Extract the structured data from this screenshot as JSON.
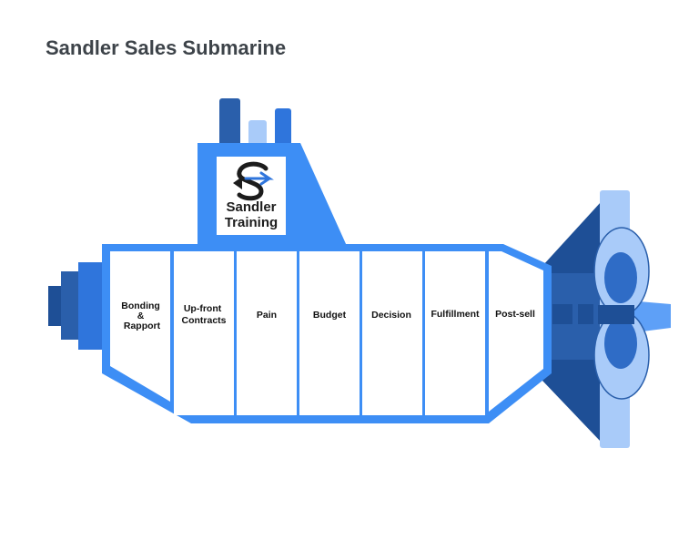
{
  "title": "Sandler Sales Submarine",
  "logo": {
    "line1": "Sandler",
    "line2": "Training",
    "icon": "sandler-s-arrows-icon"
  },
  "stages": [
    {
      "lines": [
        "Bonding",
        "&",
        "Rapport"
      ]
    },
    {
      "lines": [
        "Up-front",
        "Contracts"
      ]
    },
    {
      "lines": [
        "Pain"
      ]
    },
    {
      "lines": [
        "Budget"
      ]
    },
    {
      "lines": [
        "Decision"
      ]
    },
    {
      "lines": [
        "Fulfillment"
      ]
    },
    {
      "lines": [
        "Post-sell"
      ]
    }
  ],
  "colors": {
    "hull": "#3d8ef5",
    "dark": "#2a5fab",
    "navy": "#1e4f96",
    "light": "#a9cbf9",
    "mid": "#2f75dc",
    "compartment": "#ffffff",
    "title": "#3d4349"
  }
}
